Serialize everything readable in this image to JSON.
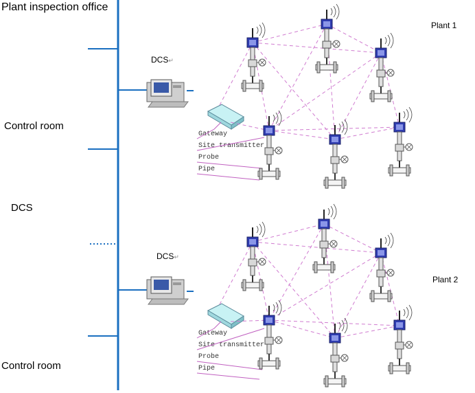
{
  "labels": {
    "plant_inspection_office": "Plant inspection office",
    "control_room_1": "Control room",
    "dcs_main": "DCS",
    "control_room_2": "Control room",
    "plant1": "Plant 1",
    "plant2": "Plant 2",
    "dcs_station_1": "DCS",
    "dcs_station_2": "DCS"
  },
  "legend": {
    "gateway": "Gateway",
    "site_transmitter": "Site transmitter",
    "probe": "Probe",
    "pipe": "Pipe"
  },
  "colors": {
    "bus": "#1a6fc0",
    "mesh": "#d07bd0",
    "leader": "#c060c0",
    "transmitter": "#2f3cb0",
    "gateway": "#bfeef0"
  }
}
